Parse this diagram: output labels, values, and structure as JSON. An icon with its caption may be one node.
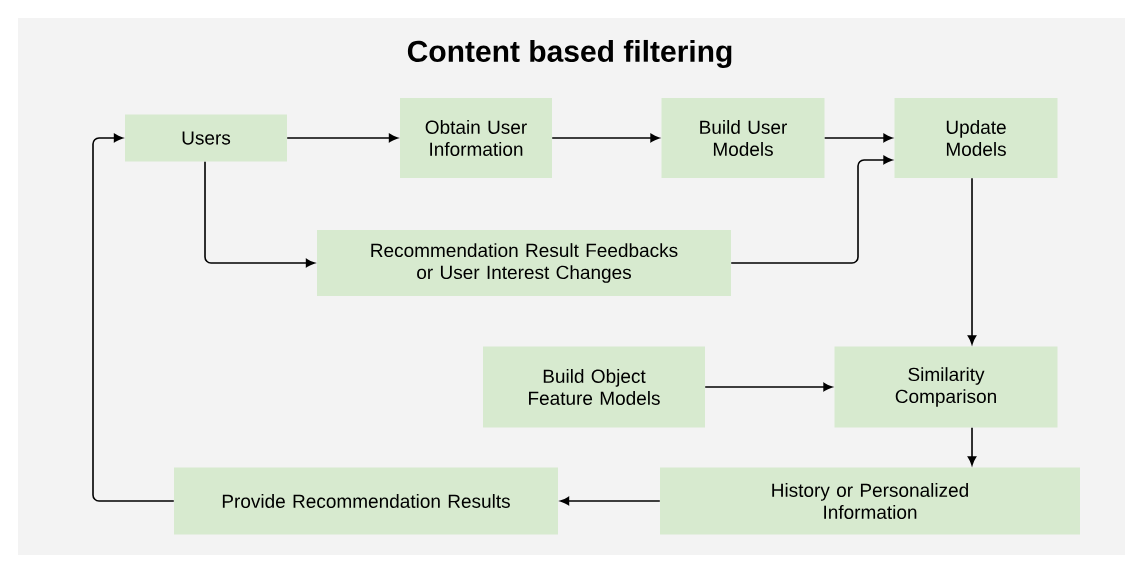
{
  "diagram": {
    "title": "Content based filtering",
    "nodes": [
      {
        "text": [
          "Users"
        ]
      },
      {
        "text": [
          "Obtain User Information"
        ]
      },
      {
        "text": [
          "Build User Models"
        ]
      },
      {
        "text": [
          "Update Models"
        ]
      },
      {
        "text": [
          "Recommendation Result Feedbacks or User Interest Changes"
        ]
      },
      {
        "text": [
          "Build Object Feature Models"
        ]
      },
      {
        "text": [
          "Similarity Comparison"
        ]
      },
      {
        "text": [
          "History or Personalized Information"
        ]
      },
      {
        "text": [
          "Provide Recommendation Results"
        ]
      }
    ],
    "edges": [
      {
        "from": 0,
        "to": 1,
        "arrow": "to"
      },
      {
        "from": 1,
        "to": 2,
        "arrow": "to"
      },
      {
        "from": 2,
        "to": 3,
        "arrow": "to"
      },
      {
        "from": 0,
        "to": 4,
        "arrow": "to"
      },
      {
        "from": 4,
        "to": 3,
        "arrow": "to"
      },
      {
        "from": 3,
        "to": 6,
        "arrow": "to"
      },
      {
        "from": 5,
        "to": 6,
        "arrow": "to"
      },
      {
        "from": 6,
        "to": 7,
        "arrow": "to"
      },
      {
        "from": 7,
        "to": 8,
        "arrow": "to"
      },
      {
        "from": 8,
        "to": 0,
        "arrow": "to"
      }
    ]
  }
}
